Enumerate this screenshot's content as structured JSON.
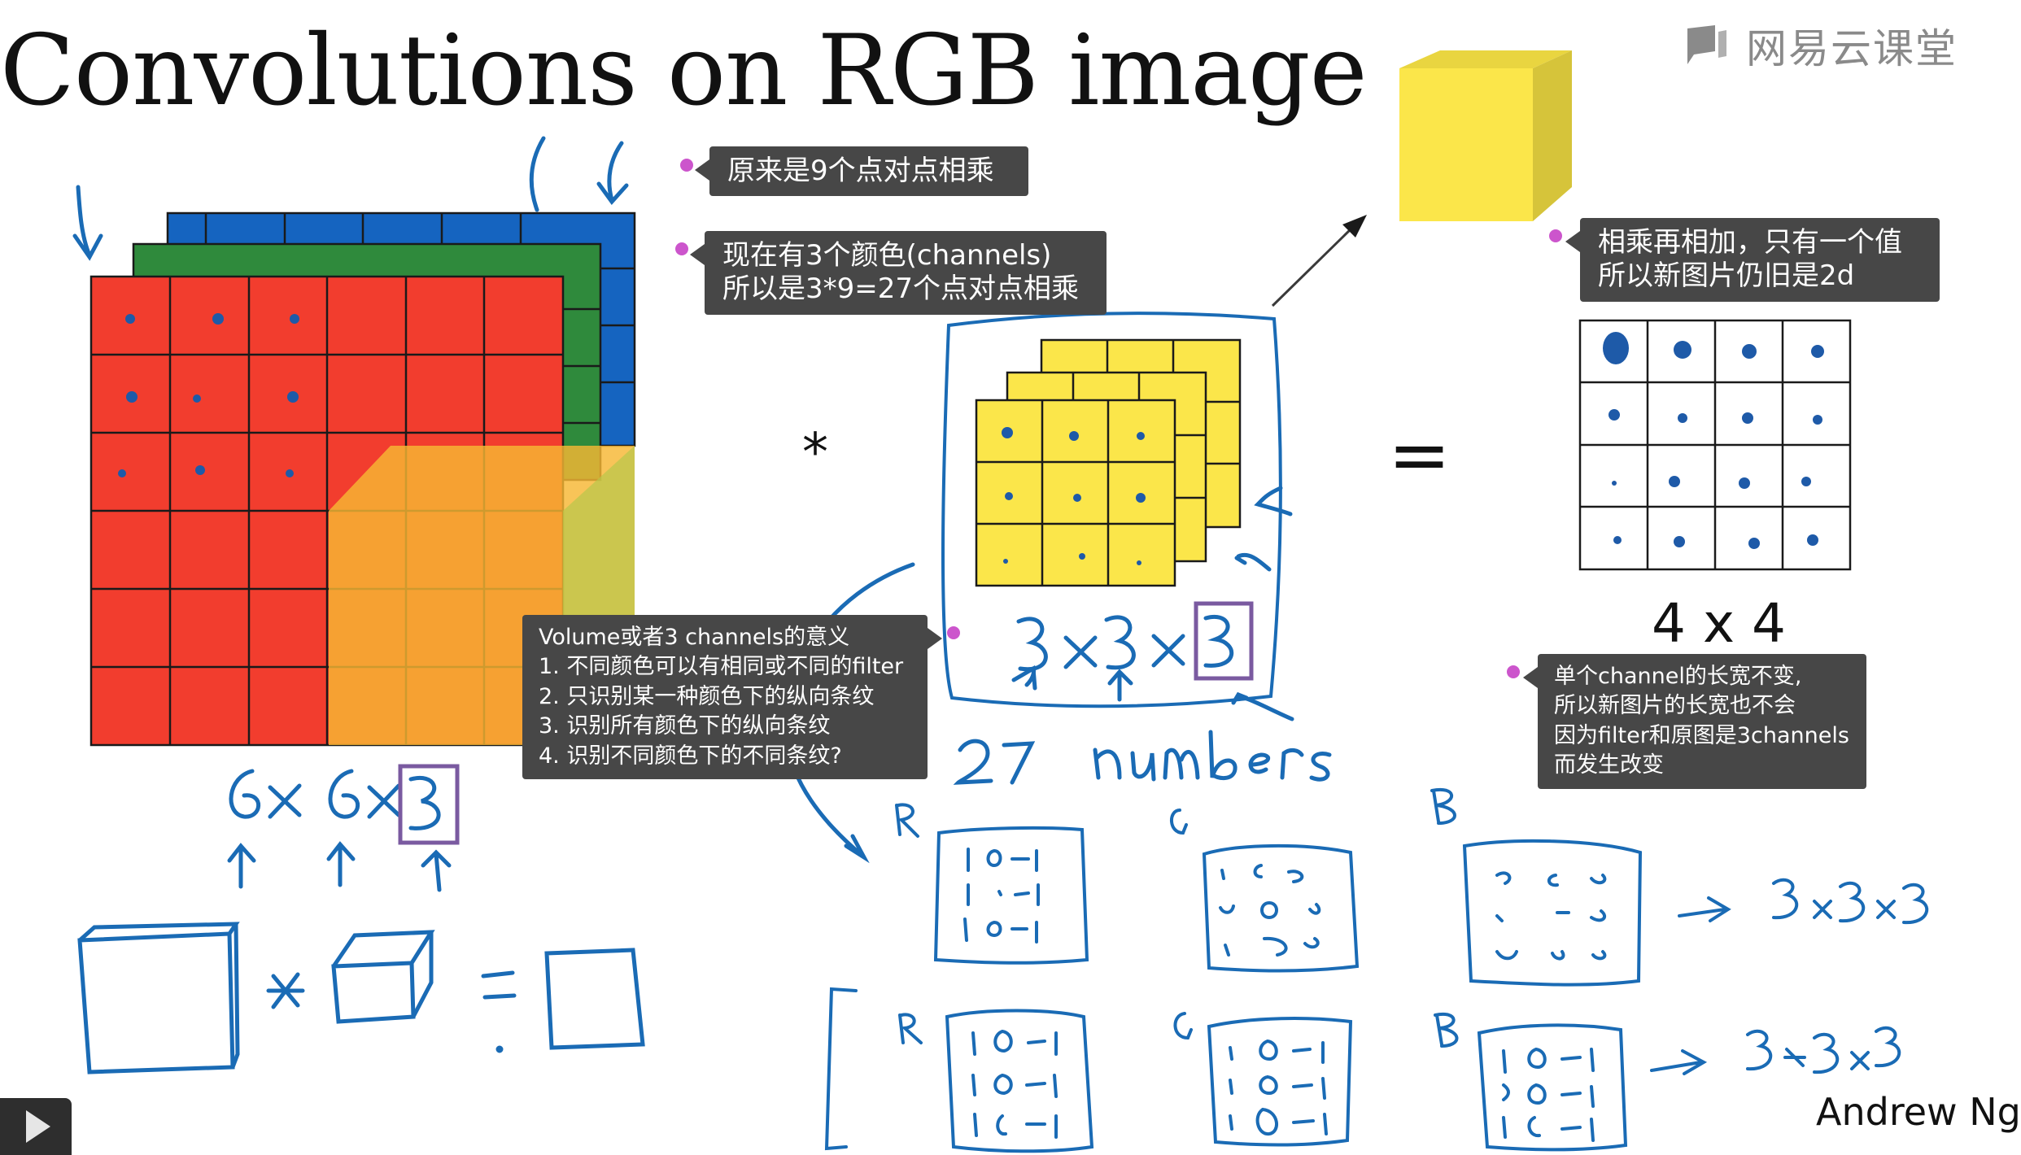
{
  "slide": {
    "title": "Convolutions on RGB image",
    "brand": "网易云课堂",
    "author": "Andrew Ng",
    "output_dim_label": "4 x 4",
    "conv_operator": "*",
    "equals_operator": "="
  },
  "notes": [
    {
      "lines": [
        "原来是9个点对点相乘"
      ]
    },
    {
      "lines": [
        "现在有3个颜色(channels)",
        "所以是3*9=27个点对点相乘"
      ]
    },
    {
      "lines": [
        "相乘再相加，只有一个值",
        "所以新图片仍旧是2d"
      ]
    },
    {
      "lines": [
        "Volume或者3 channels的意义",
        "1. 不同颜色可以有相同或不同的filter",
        "2. 只识别某一种颜色下的纵向条纹",
        "3. 识别所有颜色下的纵向条纹",
        "4. 识别不同颜色下的不同条纹?"
      ]
    },
    {
      "lines": [
        "单个channel的长宽不变,",
        "所以新图片的长宽也不会",
        "因为filter和原图是3channels",
        "而发生改变"
      ]
    }
  ],
  "colors": {
    "red": "#f23d2e",
    "green": "#2f8a3c",
    "blue": "#1564c0",
    "yellow": "#fbe64a",
    "orange_overlay": "#f7b733",
    "ink": "#1a6bb5",
    "note_bg": "#474747",
    "note_dot": "#cc55cc"
  },
  "player": {
    "play_icon": "play-icon"
  }
}
